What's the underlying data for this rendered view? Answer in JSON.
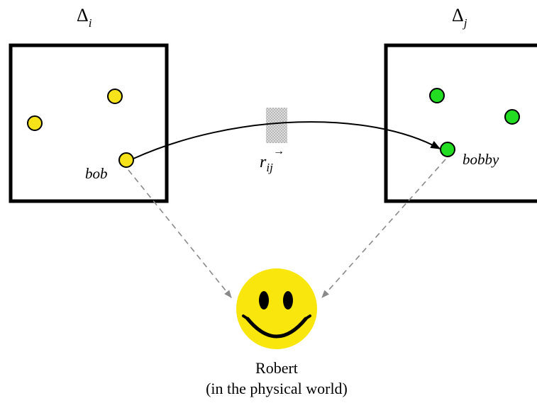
{
  "domains": {
    "left": {
      "symbol": "Δ",
      "subscript": "i"
    },
    "right": {
      "symbol": "Δ",
      "subscript": "j"
    }
  },
  "agents": {
    "left_name": "bob",
    "right_name": "bobby"
  },
  "relation": {
    "symbol": "r",
    "subscript": "ij",
    "arrow": "→"
  },
  "physical": {
    "name": "Robert",
    "caption": "(in the physical world)"
  },
  "colors": {
    "yellow_node": "#f7e31a",
    "green_node": "#22dd22",
    "smiley_face": "#f8e60c",
    "dashed_arrow": "#8a8a8a",
    "border": "#000000"
  }
}
